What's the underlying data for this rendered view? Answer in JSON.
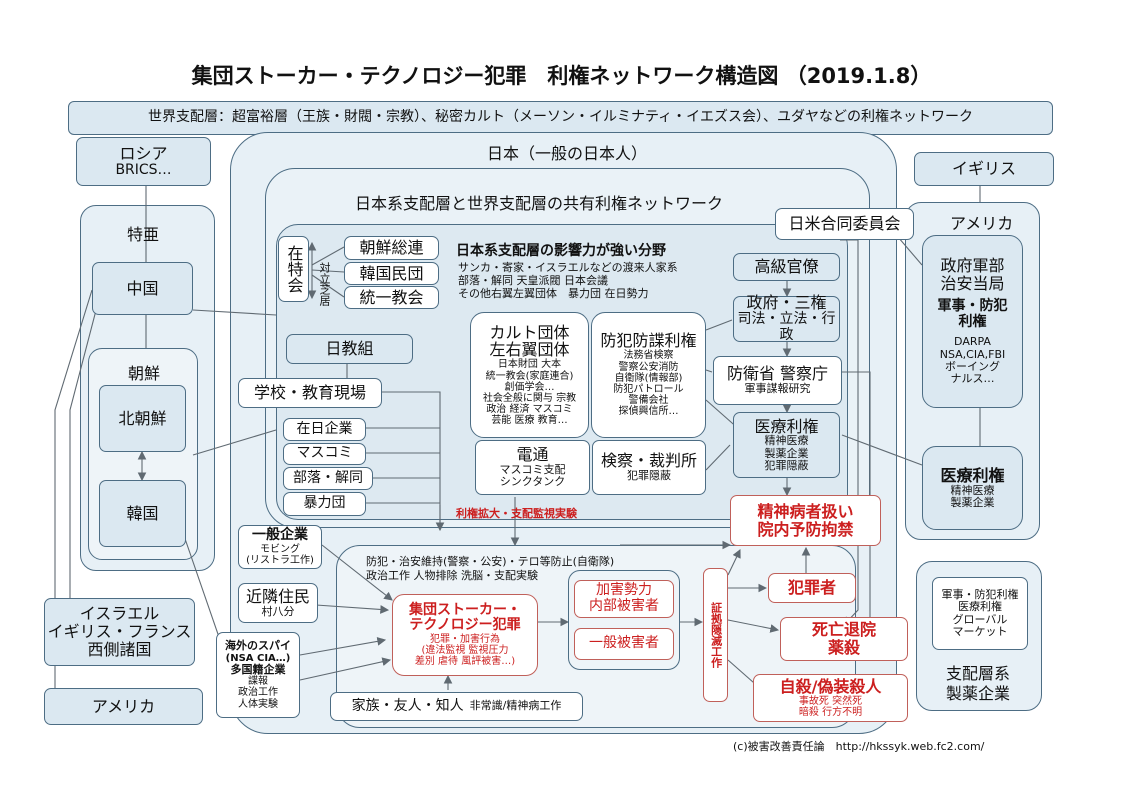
{
  "title": "集団ストーカー・テクノロジー犯罪　利権ネットワーク構造図 （2019.1.8）",
  "world_banner": "世界支配層：超富裕層（王族・財閥・宗教）、秘密カルト（メーソン・イルミナティ・イエズス会）、ユダヤなどの利権ネットワーク",
  "left": {
    "russia": [
      "ロシア",
      "BRICS…"
    ],
    "tokua": "特亜",
    "china": "中国",
    "korea_group": "朝鮮",
    "north_korea": "北朝鮮",
    "south_korea": "韓国",
    "west": [
      "イスラエル",
      "イギリス・フランス",
      "西側諸国"
    ],
    "america": "アメリカ"
  },
  "japan": {
    "label": "日本（一般の日本人）",
    "network_label": "日本系支配層と世界支配層の共有利権ネットワーク",
    "nichibei": "日米合同委員会",
    "zainichi": "在特会",
    "taiji": "対立芝居",
    "korea_orgs": [
      "朝鮮総連",
      "韓国民団",
      "統一教会"
    ],
    "influence": {
      "title": "日本系支配層の影響力が強い分野",
      "lines": [
        "サンカ・寄家・イスラエルなどの渡来人家系",
        "部落・解同 天皇派閥 日本会議",
        "その他右翼左翼団体　暴力団 在日勢力"
      ]
    },
    "nikkyoso": "日教組",
    "school": "学校・教育現場",
    "small_orgs": [
      "在日企業",
      "マスコミ",
      "部落・解同",
      "暴力団"
    ],
    "cult": {
      "title": [
        "カルト団体",
        "左右翼団体"
      ],
      "lines": [
        "日本財団 大本",
        "統一教会(家庭連合)",
        "創価学会…",
        "社会全般に関与 宗教",
        "政治 経済 マスコミ",
        "芸能 医療 教育…"
      ]
    },
    "bouhan": {
      "title": "防犯防諜利権",
      "lines": [
        "法務省検察",
        "警察公安消防",
        "自衛隊(情報部)",
        "防犯パトロール",
        "警備会社",
        "探偵興信所…"
      ]
    },
    "dentsu": {
      "title": "電通",
      "lines": [
        "マスコミ支配",
        "シンクタンク"
      ]
    },
    "kensatsu": {
      "title": "検察・裁判所",
      "sub": "犯罪隠蔽"
    },
    "koukyu": "高級官僚",
    "seifu": {
      "title": "政府・三権",
      "sub": "司法・立法・行政"
    },
    "boueisho": {
      "title": "防衛省 警察庁",
      "sub": "軍事謀報研究"
    },
    "iryo": {
      "title": "医療利権",
      "lines": [
        "精神医療",
        "製薬企業",
        "犯罪隠蔽"
      ]
    },
    "kakudai": "利権拡大・支配監視実験",
    "seishin": [
      "精神病者扱い",
      "院内予防拘禁"
    ],
    "ippan_kigyo": {
      "title": "一般企業",
      "lines": [
        "モビング",
        "(リストラ工作)"
      ]
    },
    "kinrin": {
      "title": "近隣住民",
      "sub": "村八分"
    },
    "kaigai": {
      "lines": [
        "海外のスパイ",
        "(NSA CIA…)",
        "多国籍企業"
      ],
      "sub": [
        "諜報",
        "政治工作",
        "人体実験"
      ]
    },
    "bouhan_note": [
      "防犯・治安維持(警察・公安)・テロ等防止(自衛隊)",
      "政治工作 人物排除 洗脳・支配実験"
    ],
    "gang": {
      "title": [
        "集団ストーカー・",
        "テクノロジー犯罪"
      ],
      "lines": [
        "犯罪・加害行為",
        "(違法監視 監視圧力",
        "差別 虐待 風評被害…)"
      ]
    },
    "kagai_seiryoku": [
      "加害勢力",
      "内部被害者"
    ],
    "ippan_higaisha": "一般被害者",
    "shouko": "証拠隠滅工作",
    "hanzaisha": "犯罪者",
    "shibou": [
      "死亡退院",
      "薬殺"
    ],
    "jisatsu": {
      "title": "自殺/偽装殺人",
      "lines": [
        "事故死 突然死",
        "暗殺 行方不明"
      ]
    },
    "family": {
      "title": "家族・友人・知人",
      "sub": "非常識/精神病工作"
    }
  },
  "right": {
    "uk": "イギリス",
    "usa": "アメリカ",
    "usgov": {
      "title": [
        "政府軍部",
        "治安当局"
      ],
      "sub": [
        "軍事・防犯",
        "利権"
      ],
      "lines": [
        "DARPA",
        "NSA,CIA,FBI",
        "ボーイング",
        "ナルス…"
      ]
    },
    "iryo": {
      "title": "医療利権",
      "lines": [
        "精神医療",
        "製薬企業"
      ]
    },
    "pharma": {
      "lines": [
        "軍事・防犯利権",
        "医療利権",
        "グローバル",
        "マーケット"
      ],
      "footer": [
        "支配層系",
        "製薬企業"
      ]
    }
  },
  "credit": "(c)被害改善責任論　http://hkssyk.web.fc2.com/"
}
